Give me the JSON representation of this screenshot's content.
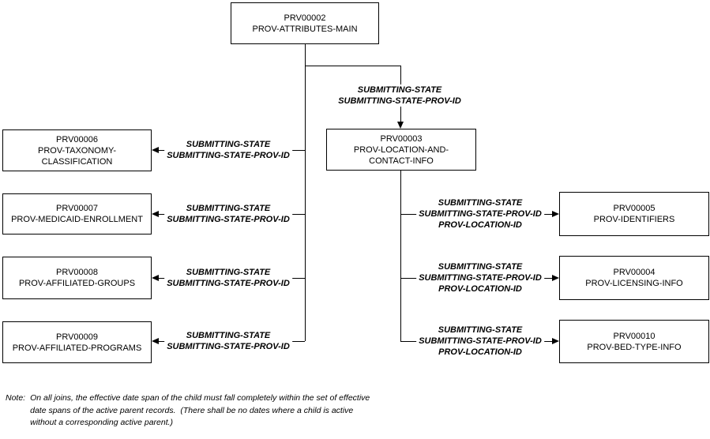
{
  "nodes": {
    "prv00002": {
      "code": "PRV00002",
      "name_lines": [
        "PROV-ATTRIBUTES-MAIN"
      ]
    },
    "prv00003": {
      "code": "PRV00003",
      "name_lines": [
        "PROV-LOCATION-AND-",
        "CONTACT-INFO"
      ]
    },
    "prv00006": {
      "code": "PRV00006",
      "name_lines": [
        "PROV-TAXONOMY-",
        "CLASSIFICATION"
      ]
    },
    "prv00007": {
      "code": "PRV00007",
      "name_lines": [
        "PROV-MEDICAID-ENROLLMENT"
      ]
    },
    "prv00008": {
      "code": "PRV00008",
      "name_lines": [
        "PROV-AFFILIATED-GROUPS"
      ]
    },
    "prv00009": {
      "code": "PRV00009",
      "name_lines": [
        "PROV-AFFILIATED-PROGRAMS"
      ]
    },
    "prv00005": {
      "code": "PRV00005",
      "name_lines": [
        "PROV-IDENTIFIERS"
      ]
    },
    "prv00004": {
      "code": "PRV00004",
      "name_lines": [
        "PROV-LICENSING-INFO"
      ]
    },
    "prv00010": {
      "code": "PRV00010",
      "name_lines": [
        "PROV-BED-TYPE-INFO"
      ]
    }
  },
  "edges": [
    {
      "from": "PRV00002",
      "to": "PRV00003",
      "labels": [
        "SUBMITTING-STATE",
        "SUBMITTING-STATE-PROV-ID"
      ]
    },
    {
      "from": "PRV00002",
      "to": "PRV00006",
      "labels": [
        "SUBMITTING-STATE",
        "SUBMITTING-STATE-PROV-ID"
      ]
    },
    {
      "from": "PRV00002",
      "to": "PRV00007",
      "labels": [
        "SUBMITTING-STATE",
        "SUBMITTING-STATE-PROV-ID"
      ]
    },
    {
      "from": "PRV00002",
      "to": "PRV00008",
      "labels": [
        "SUBMITTING-STATE",
        "SUBMITTING-STATE-PROV-ID"
      ]
    },
    {
      "from": "PRV00002",
      "to": "PRV00009",
      "labels": [
        "SUBMITTING-STATE",
        "SUBMITTING-STATE-PROV-ID"
      ]
    },
    {
      "from": "PRV00003",
      "to": "PRV00005",
      "labels": [
        "SUBMITTING-STATE",
        "SUBMITTING-STATE-PROV-ID",
        "PROV-LOCATION-ID"
      ]
    },
    {
      "from": "PRV00003",
      "to": "PRV00004",
      "labels": [
        "SUBMITTING-STATE",
        "SUBMITTING-STATE-PROV-ID",
        "PROV-LOCATION-ID"
      ]
    },
    {
      "from": "PRV00003",
      "to": "PRV00010",
      "labels": [
        "SUBMITTING-STATE",
        "SUBMITTING-STATE-PROV-ID",
        "PROV-LOCATION-ID"
      ]
    }
  ],
  "note": {
    "prefix": "Note:",
    "lines": [
      "On all joins, the effective date span of the child must fall completely within the set of effective",
      "date spans of the active parent records.  (There shall be no dates where a child is active",
      "without a corresponding active parent.)"
    ]
  },
  "colors": {
    "background": "#ffffff",
    "line": "#000000",
    "text": "#000000"
  }
}
